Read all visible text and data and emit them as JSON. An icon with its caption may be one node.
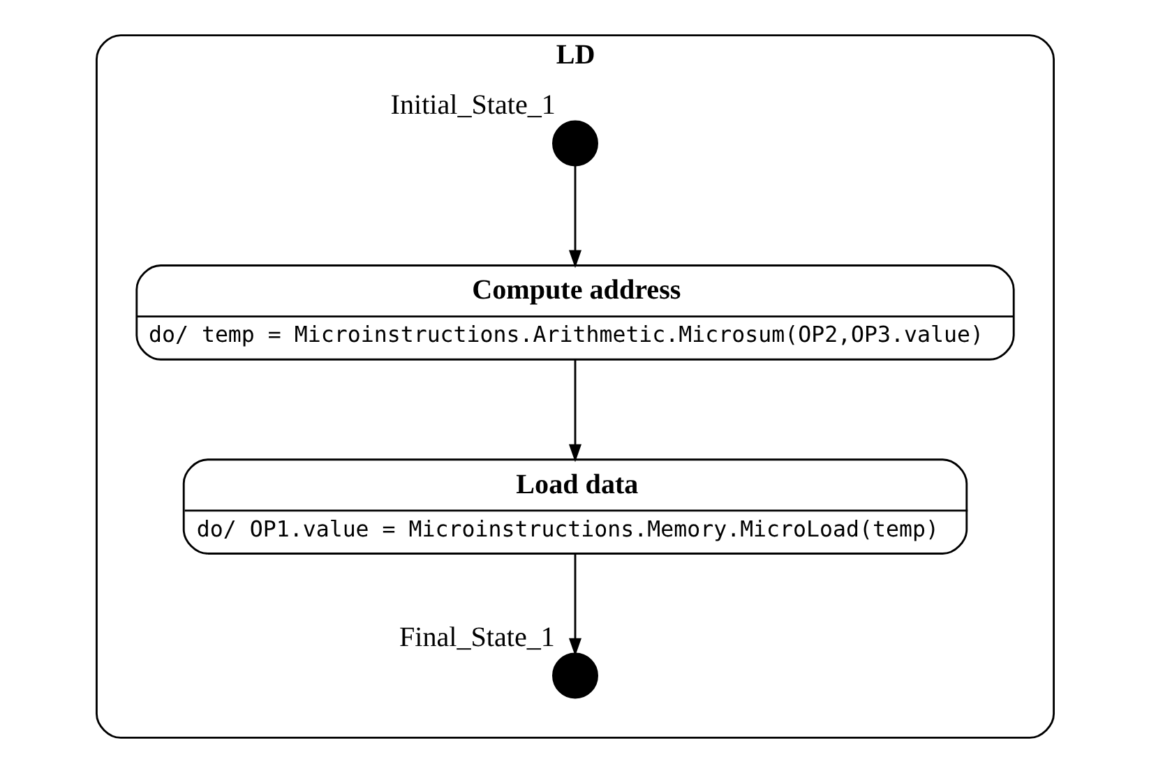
{
  "diagram": {
    "nodes": [
      {
        "text": [
          "LD"
        ]
      },
      {
        "text": [],
        "shape": "circle",
        "beside": [
          "Initial_State_1"
        ],
        "in": 0
      },
      {
        "text": [
          "Compute address",
          "do/ temp = Microinstructions.Arithmetic.Microsum(OP2,OP3.value)"
        ],
        "in": 0
      },
      {
        "text": [
          "Load data",
          "do/ OP1.value = Microinstructions.Memory.MicroLoad(temp)"
        ],
        "in": 0
      },
      {
        "text": [],
        "shape": "circle",
        "beside": [
          "Final_State_1"
        ],
        "in": 0
      }
    ],
    "edges": [
      {
        "from": 1,
        "to": 2,
        "arrow": "to"
      },
      {
        "from": 2,
        "to": 3,
        "arrow": "to"
      },
      {
        "from": 3,
        "to": 4,
        "arrow": "to"
      }
    ]
  }
}
